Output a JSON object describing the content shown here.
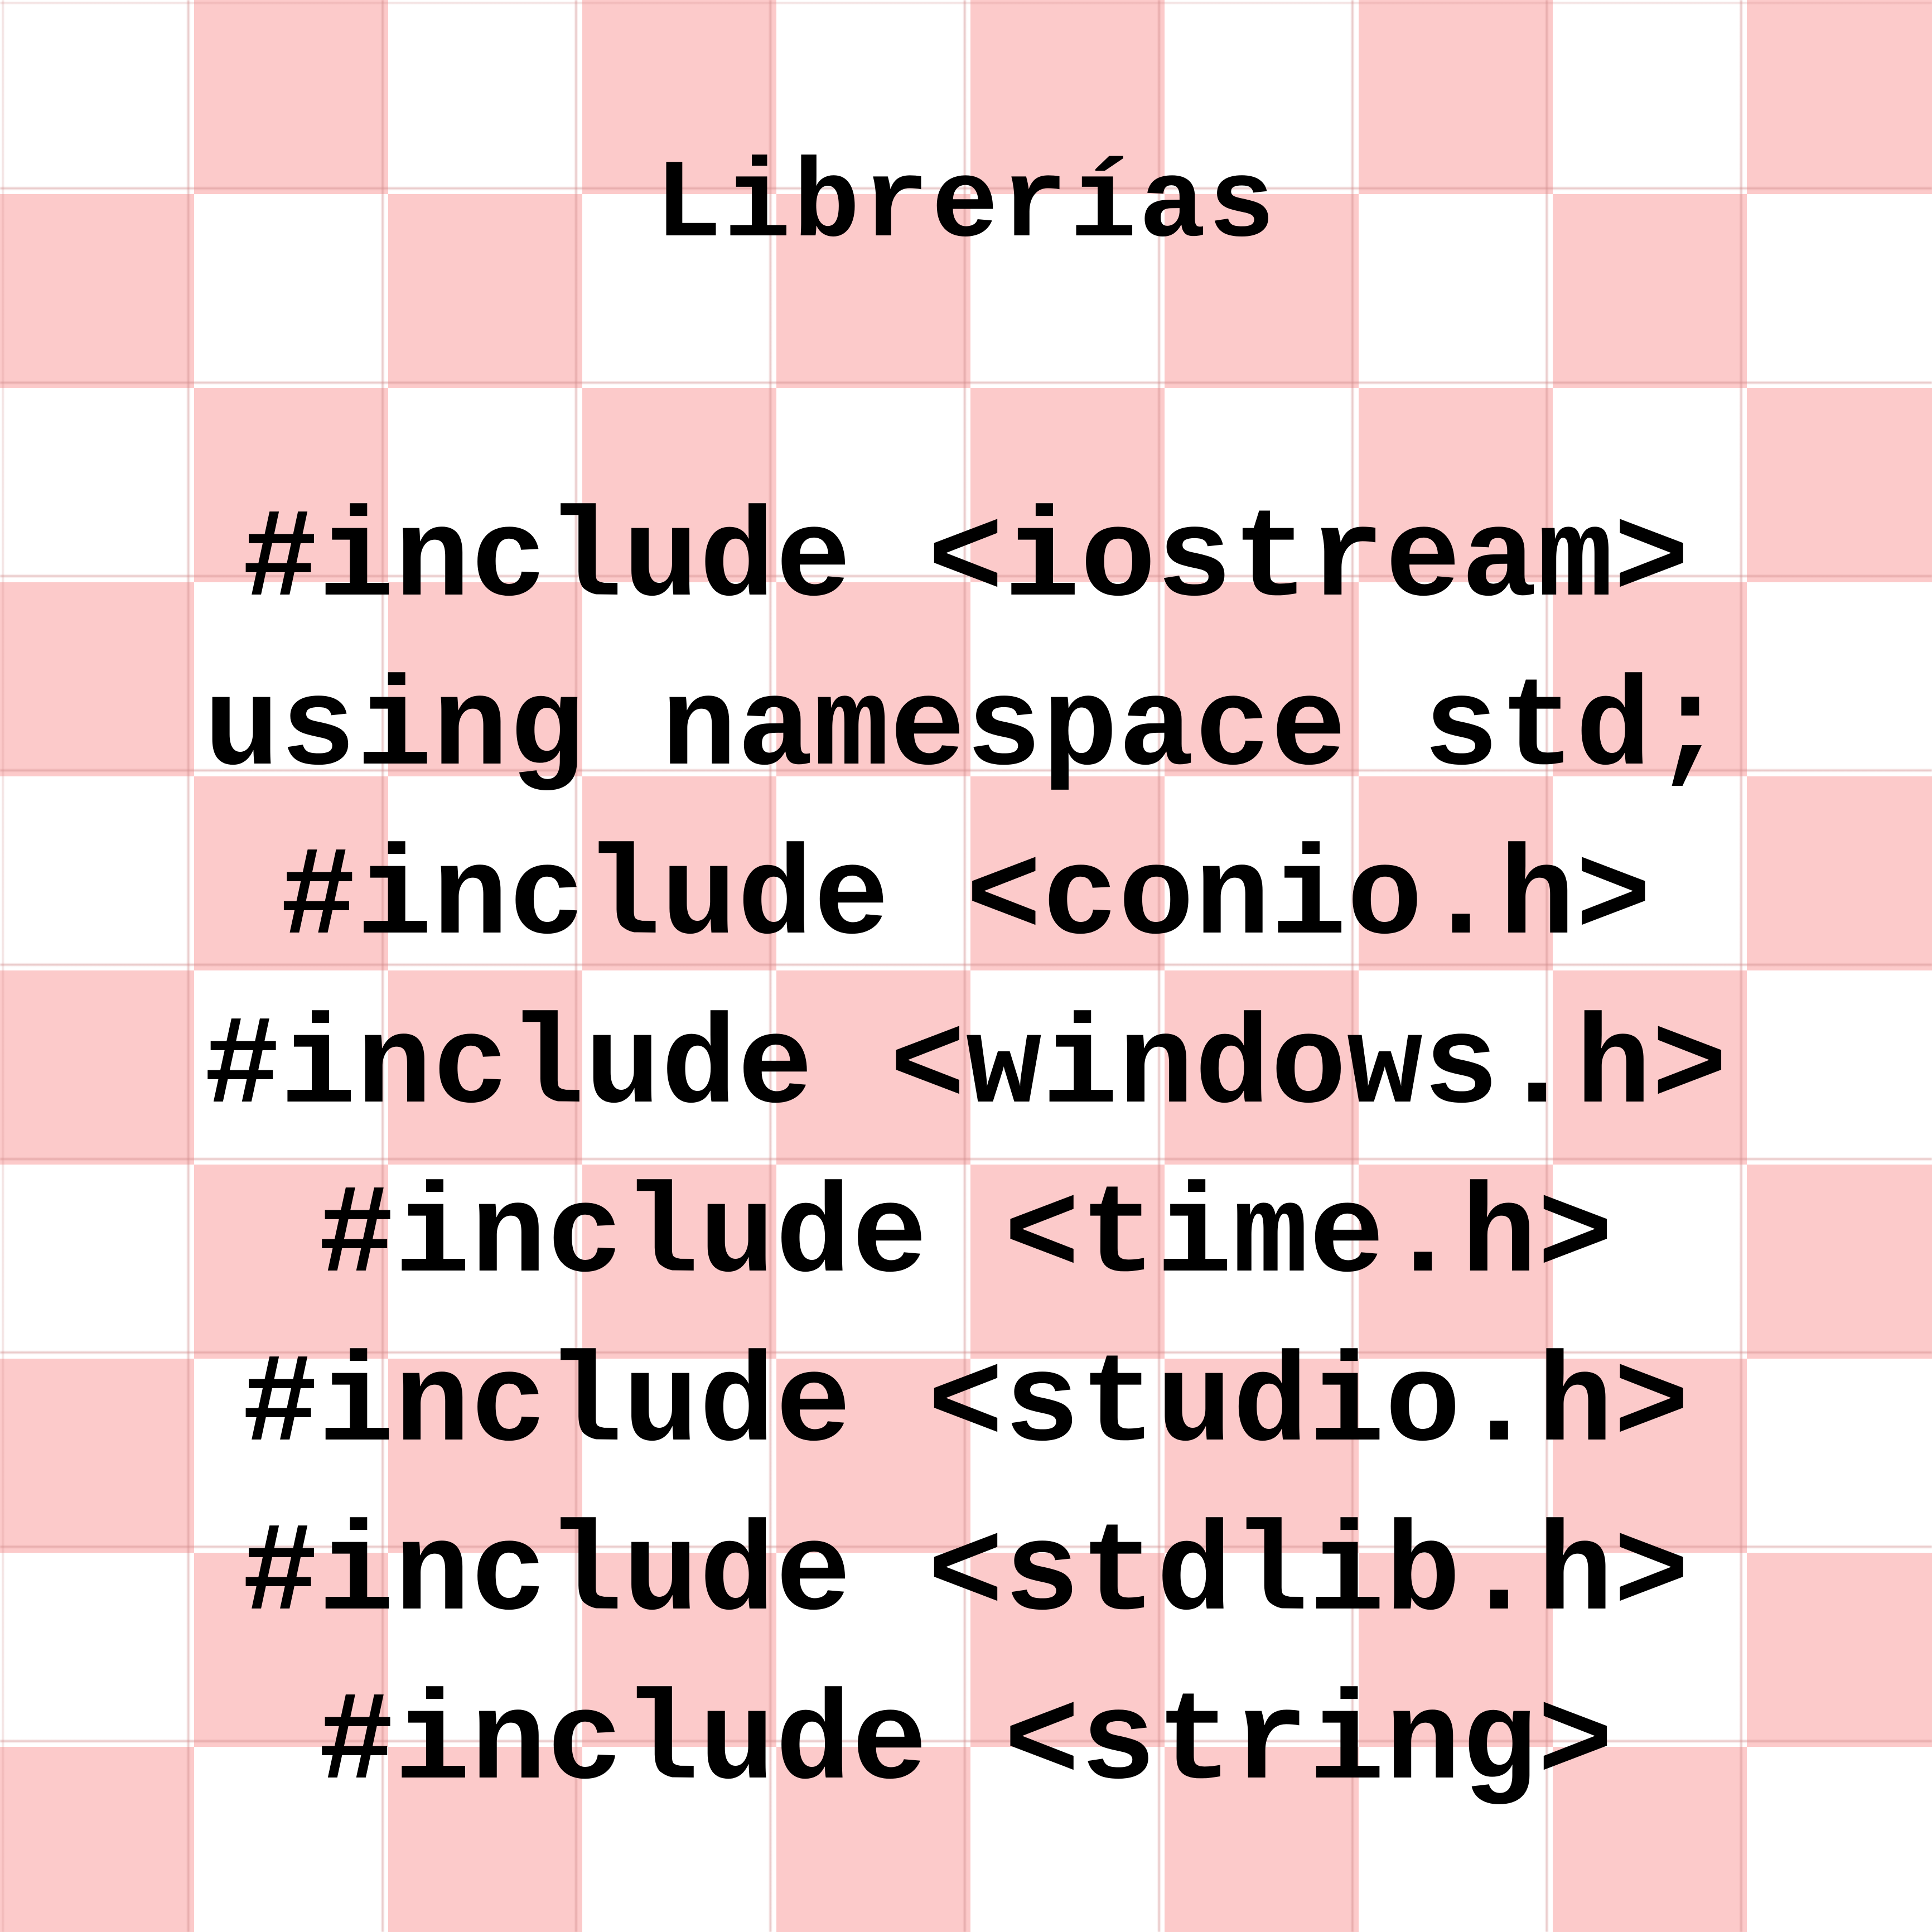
{
  "title": "Librerías",
  "lines": [
    "#include <iostream>",
    "using namespace std;",
    "#include <conio.h>",
    "#include <windows.h>",
    "#include <time.h>",
    "#include <studio.h>",
    "#include <stdlib.h>",
    "#include <string>"
  ],
  "colors": {
    "background": "#ffffff",
    "checker": "#fccaca",
    "text": "#000000"
  }
}
